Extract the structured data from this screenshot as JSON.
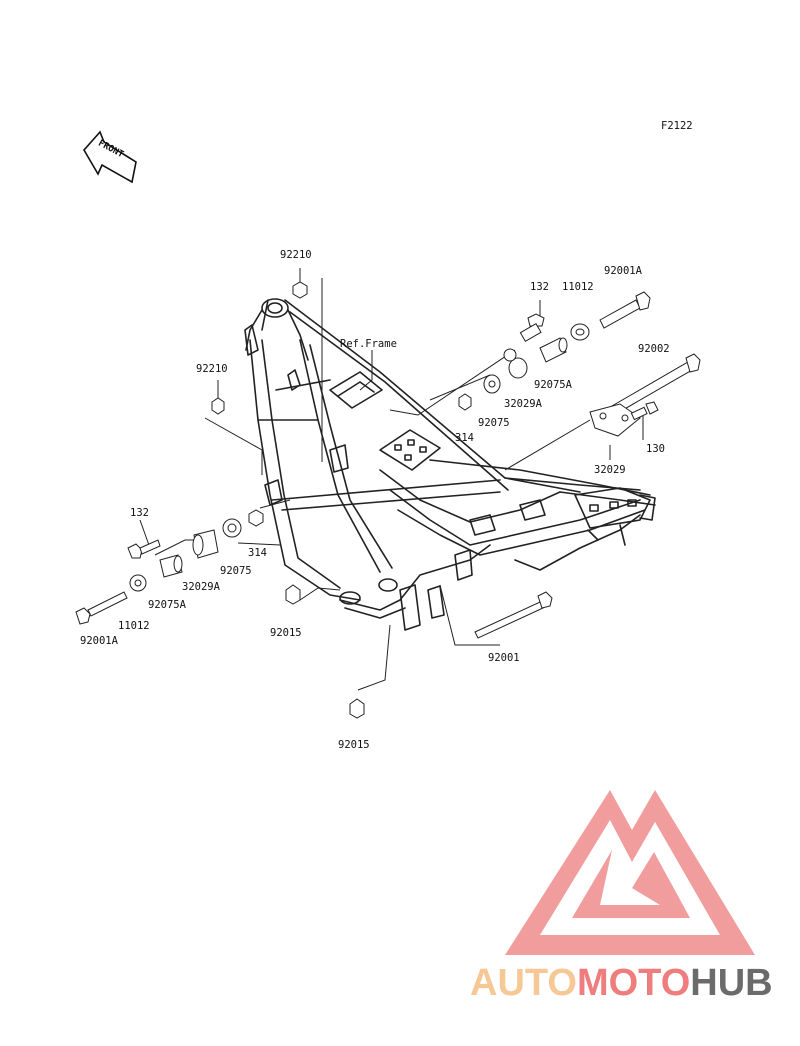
{
  "figure_code": "F2122",
  "front_badge": "FRONT",
  "ref_frame_label": "Ref.Frame",
  "parts": {
    "p92210_top": "92210",
    "p92210_left": "92210",
    "p132_right": "132",
    "p11012_right": "11012",
    "p92001A_right": "92001A",
    "p92002": "92002",
    "p92075A_right": "92075A",
    "p32029A_right": "32029A",
    "p314_right": "314",
    "p92075_right": "92075",
    "p130": "130",
    "p32029": "32029",
    "p132_left": "132",
    "p92075_left": "92075",
    "p314_left": "314",
    "p32029A_left": "32029A",
    "p92075A_left": "92075A",
    "p11012_left": "11012",
    "p92001A_left": "92001A",
    "p92015_mid": "92015",
    "p92001": "92001",
    "p92015_bottom": "92015"
  },
  "watermark": {
    "part1": "AUTO",
    "part2": "MOTO",
    "part3": "HUB",
    "color_auto": "#f5c896",
    "color_moto": "#f07d7d",
    "color_hub": "#6b6b6b",
    "logo_color": "#f08c8c"
  }
}
